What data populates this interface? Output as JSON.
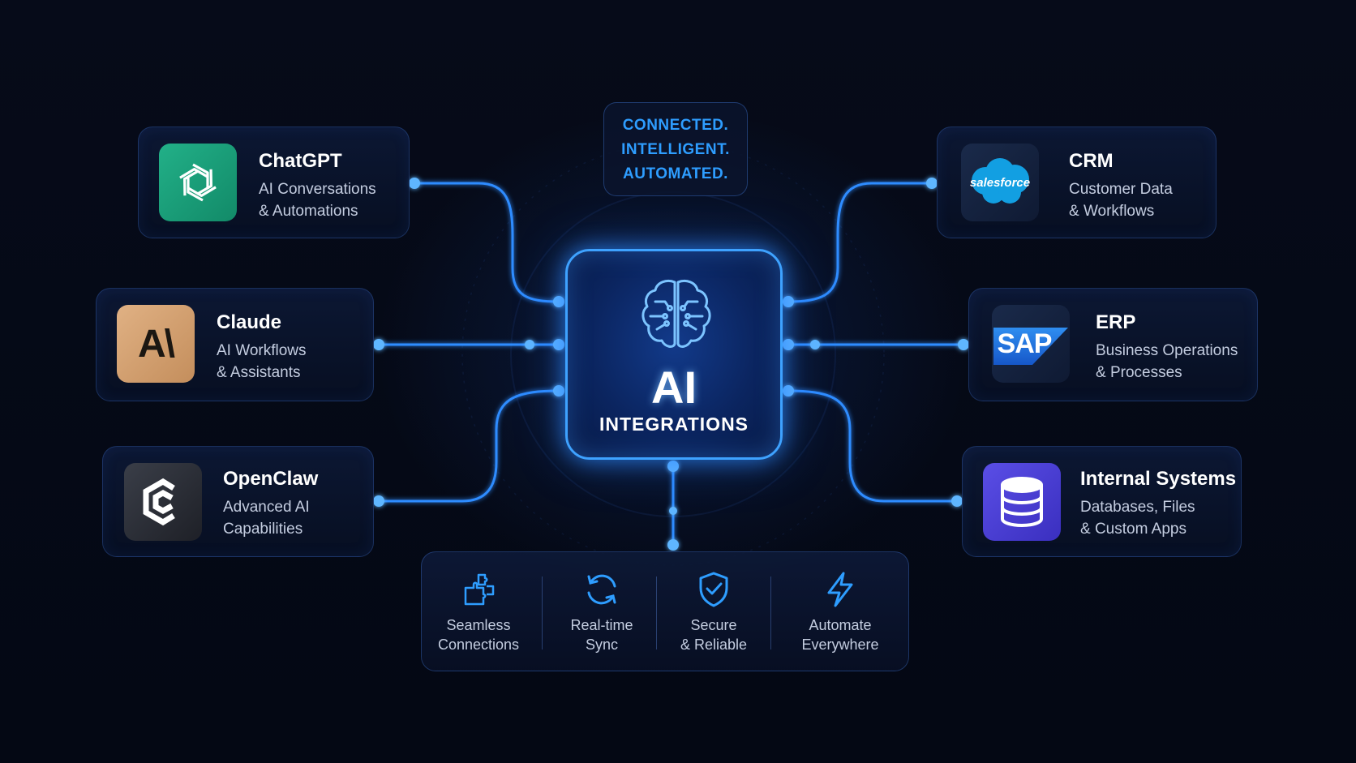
{
  "tagline": [
    "CONNECTED.",
    "INTELLIGENT.",
    "AUTOMATED."
  ],
  "hub": {
    "title": "AI",
    "subtitle": "INTEGRATIONS",
    "icon": "brain-circuit-icon"
  },
  "left_cards": [
    {
      "title": "ChatGPT",
      "lines": [
        "AI Conversations",
        "& Automations"
      ],
      "icon": "openai-logo",
      "color": "#1fa37c"
    },
    {
      "title": "Claude",
      "lines": [
        "AI Workflows",
        "& Assistants"
      ],
      "icon": "anthropic-logo",
      "logo_text": "A\\",
      "color": "#d4a273"
    },
    {
      "title": "OpenClaw",
      "lines": [
        "Advanced AI",
        "Capabilities"
      ],
      "icon": "openclaw-logo",
      "color": "#2a2d35"
    }
  ],
  "right_cards": [
    {
      "title": "CRM",
      "lines": [
        "Customer Data",
        "& Workflows"
      ],
      "icon": "salesforce-logo",
      "logo_text": "salesforce",
      "color": "#0f9fe0"
    },
    {
      "title": "ERP",
      "lines": [
        "Business Operations",
        "& Processes"
      ],
      "icon": "sap-logo",
      "logo_text": "SAP",
      "color": "#1d6fe0"
    },
    {
      "title": "Internal Systems",
      "lines": [
        "Databases, Files",
        "& Custom Apps"
      ],
      "icon": "database-icon",
      "color": "#4a3fd6"
    }
  ],
  "features": [
    {
      "lines": [
        "Seamless",
        "Connections"
      ],
      "icon": "puzzle-icon"
    },
    {
      "lines": [
        "Real-time",
        "Sync"
      ],
      "icon": "sync-icon"
    },
    {
      "lines": [
        "Secure",
        "& Reliable"
      ],
      "icon": "shield-check-icon"
    },
    {
      "lines": [
        "Automate",
        "Everywhere"
      ],
      "icon": "lightning-icon"
    }
  ],
  "colors": {
    "accent": "#2e9dff",
    "background": "#050a17",
    "wire": "#2f8cff"
  }
}
